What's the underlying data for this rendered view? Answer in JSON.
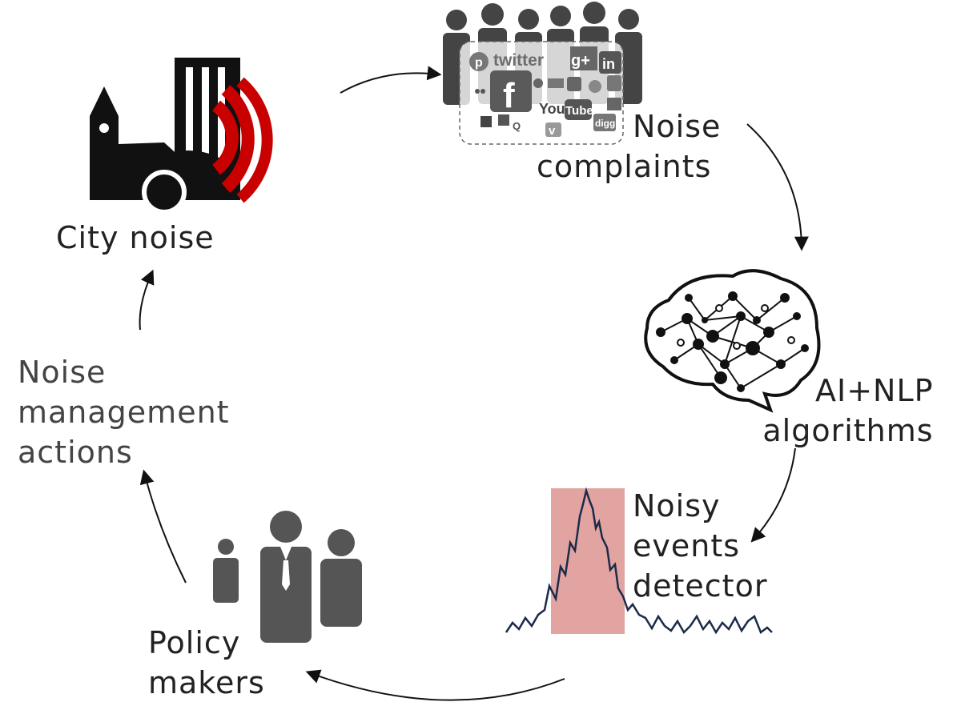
{
  "nodes": {
    "city_noise": {
      "lines": [
        "City  noise"
      ]
    },
    "noise_complaints": {
      "lines": [
        "Noise",
        "complaints"
      ],
      "social_logos": [
        "twitter",
        "g+",
        "in",
        "f",
        "You",
        "Tube",
        "digg",
        "v",
        "Q"
      ]
    },
    "ai_nlp": {
      "lines": [
        "AI+NLP",
        "algorithms"
      ]
    },
    "detector": {
      "lines": [
        "Noisy",
        "events",
        "detector"
      ]
    },
    "policy_makers": {
      "lines": [
        "Policy",
        "makers"
      ]
    },
    "management": {
      "lines": [
        "Noise",
        "management",
        "actions"
      ]
    }
  },
  "colors": {
    "text": "#222222",
    "sound_waves": "#c80000",
    "crowd": "#444444",
    "signal_line": "#1b2a4a",
    "highlight": "#d98d8a",
    "people": "#555555"
  }
}
